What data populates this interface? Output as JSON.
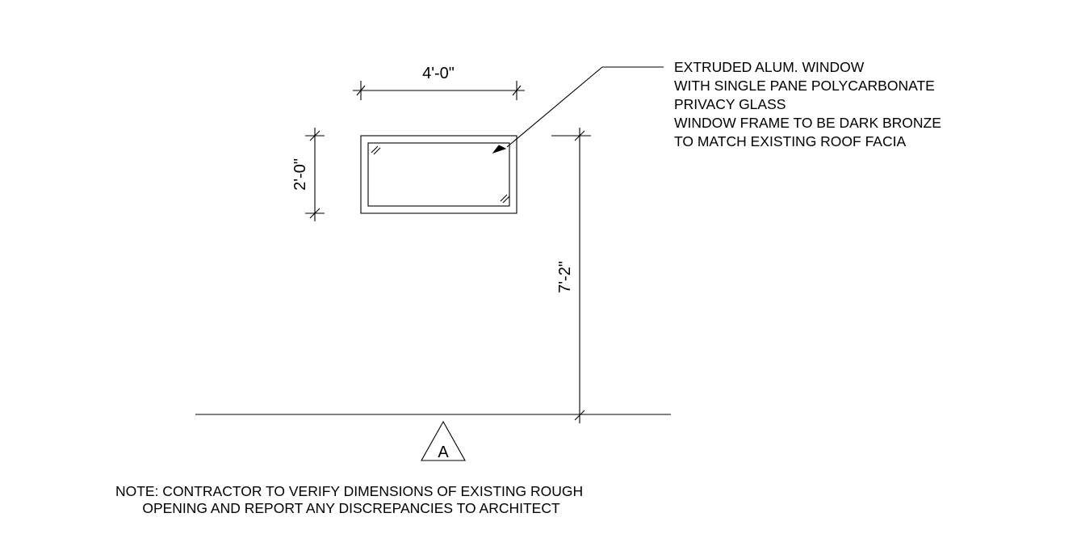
{
  "dimensions": {
    "window_width": "4'-0\"",
    "window_height": "2'-0\"",
    "sill_height": "7'-2\""
  },
  "callout": {
    "lines": [
      "EXTRUDED ALUM. WINDOW",
      "WITH SINGLE PANE POLYCARBONATE",
      "PRIVACY GLASS",
      "WINDOW FRAME TO BE DARK BRONZE",
      "TO MATCH EXISTING ROOF FACIA"
    ]
  },
  "elevation_tag": "A",
  "note": {
    "lines": [
      "NOTE: CONTRACTOR TO VERIFY DIMENSIONS OF EXISTING ROUGH",
      "OPENING AND REPORT ANY DISCREPANCIES TO ARCHITECT"
    ]
  }
}
